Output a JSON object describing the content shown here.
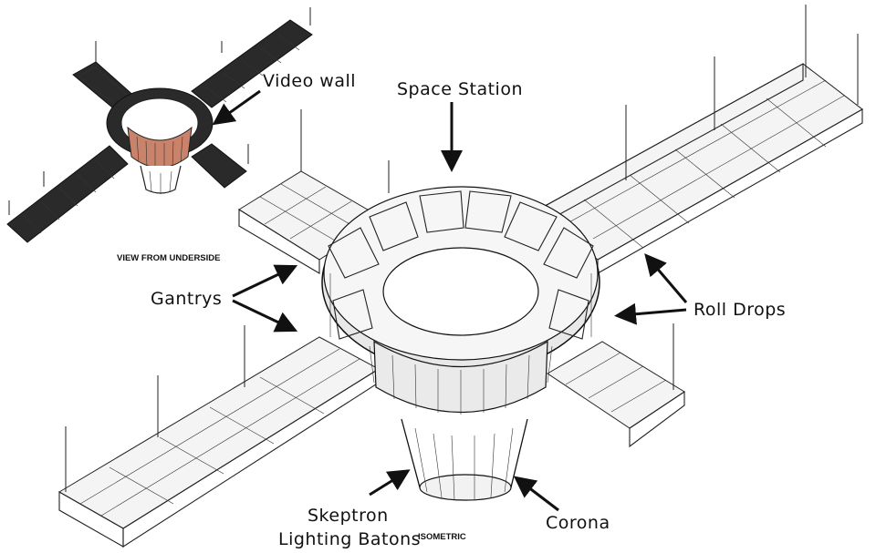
{
  "labels": {
    "video_wall": "Video wall",
    "space_station": "Space Station",
    "gantrys": "Gantrys",
    "roll_drops": "Roll Drops",
    "skeptron_line1": "Skeptron",
    "skeptron_line2": "Lighting Batons",
    "corona": "Corona"
  },
  "captions": {
    "underside": "VIEW FROM UNDERSIDE",
    "isometric": "ISOMETRIC"
  },
  "colors": {
    "structure": "#222222",
    "video_wall_tint": "#c9836a",
    "background": "#ffffff"
  }
}
